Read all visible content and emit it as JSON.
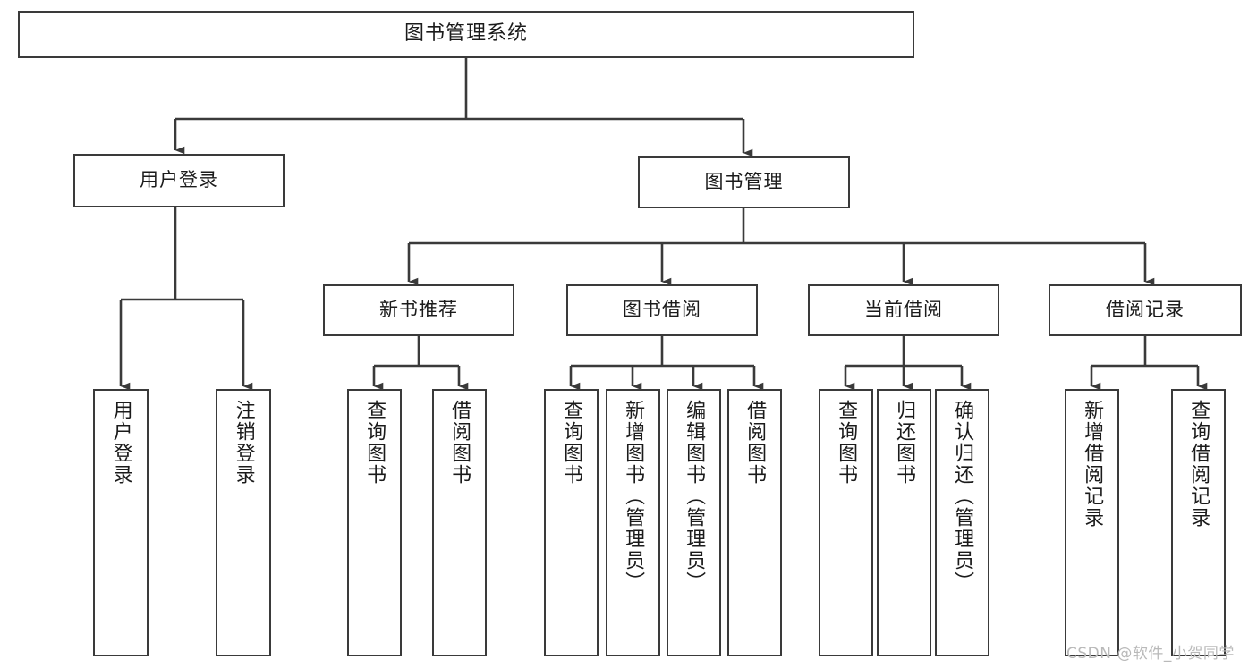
{
  "diagram": {
    "title": "图书管理系统",
    "type": "tree",
    "colors": {
      "stroke": "#3a3a3a",
      "fill": "#ffffff",
      "text": "#1b1b1b",
      "watermark": "#b9b9b9"
    },
    "watermark": "CSDN @软件_小贺同学"
  },
  "nodes": {
    "root": {
      "label": "图书管理系统"
    },
    "level2": [
      {
        "id": "user-login",
        "label": "用户登录"
      },
      {
        "id": "book-manage",
        "label": "图书管理"
      }
    ],
    "level3": [
      {
        "id": "new-book-recommend",
        "label": "新书推荐"
      },
      {
        "id": "book-borrow",
        "label": "图书借阅"
      },
      {
        "id": "current-borrow",
        "label": "当前借阅"
      },
      {
        "id": "borrow-record",
        "label": "借阅记录"
      }
    ],
    "leaves": {
      "user-login": [
        {
          "id": "leaf-user-login",
          "label": "用户登录"
        },
        {
          "id": "leaf-logout-login",
          "label": "注销登录"
        }
      ],
      "new-book-recommend": [
        {
          "id": "leaf-query-book-1",
          "label": "查询图书"
        },
        {
          "id": "leaf-borrow-book-1",
          "label": "借阅图书"
        }
      ],
      "book-borrow": [
        {
          "id": "leaf-query-book-2",
          "label": "查询图书"
        },
        {
          "id": "leaf-add-book",
          "label": "新增图书（管理员）"
        },
        {
          "id": "leaf-edit-book",
          "label": "编辑图书（管理员）"
        },
        {
          "id": "leaf-borrow-book-2",
          "label": "借阅图书"
        }
      ],
      "current-borrow": [
        {
          "id": "leaf-query-book-3",
          "label": "查询图书"
        },
        {
          "id": "leaf-return-book",
          "label": "归还图书"
        },
        {
          "id": "leaf-confirm-return",
          "label": "确认归还（管理员）"
        }
      ],
      "borrow-record": [
        {
          "id": "leaf-add-record",
          "label": "新增借阅记录"
        },
        {
          "id": "leaf-query-record",
          "label": "查询借阅记录"
        }
      ]
    }
  }
}
